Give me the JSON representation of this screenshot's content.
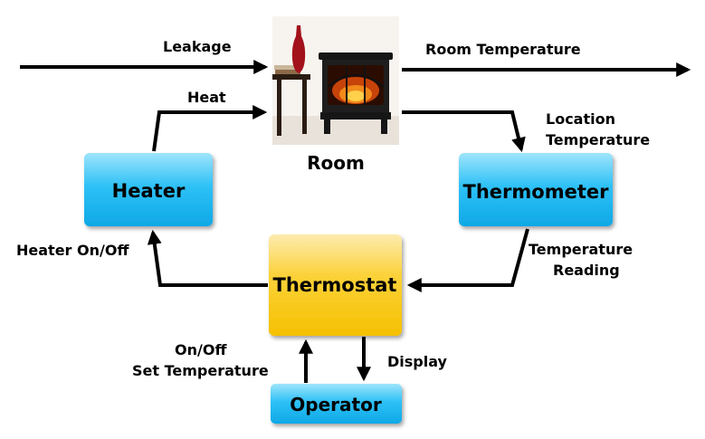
{
  "nodes": {
    "room": "Room",
    "heater": "Heater",
    "thermometer": "Thermometer",
    "thermostat": "Thermostat",
    "operator": "Operator"
  },
  "edges": {
    "leakage": "Leakage",
    "room_temperature": "Room Temperature",
    "heat": "Heat",
    "location_temperature_1": "Location",
    "location_temperature_2": "Temperature",
    "temperature_reading_1": "Temperature",
    "temperature_reading_2": "Reading",
    "heater_on_off": "Heater On/Off",
    "on_off": "On/Off",
    "set_temperature": "Set Temperature",
    "display": "Display"
  },
  "colors": {
    "blue_box": "#1bb9f3",
    "blue_box_light": "#9fe4fb",
    "yellow_box": "#f9c80e",
    "yellow_box_light": "#fdebb0",
    "arrow": "#000000"
  },
  "image": {
    "room_photo": "electric-fireplace-stove-icon"
  }
}
